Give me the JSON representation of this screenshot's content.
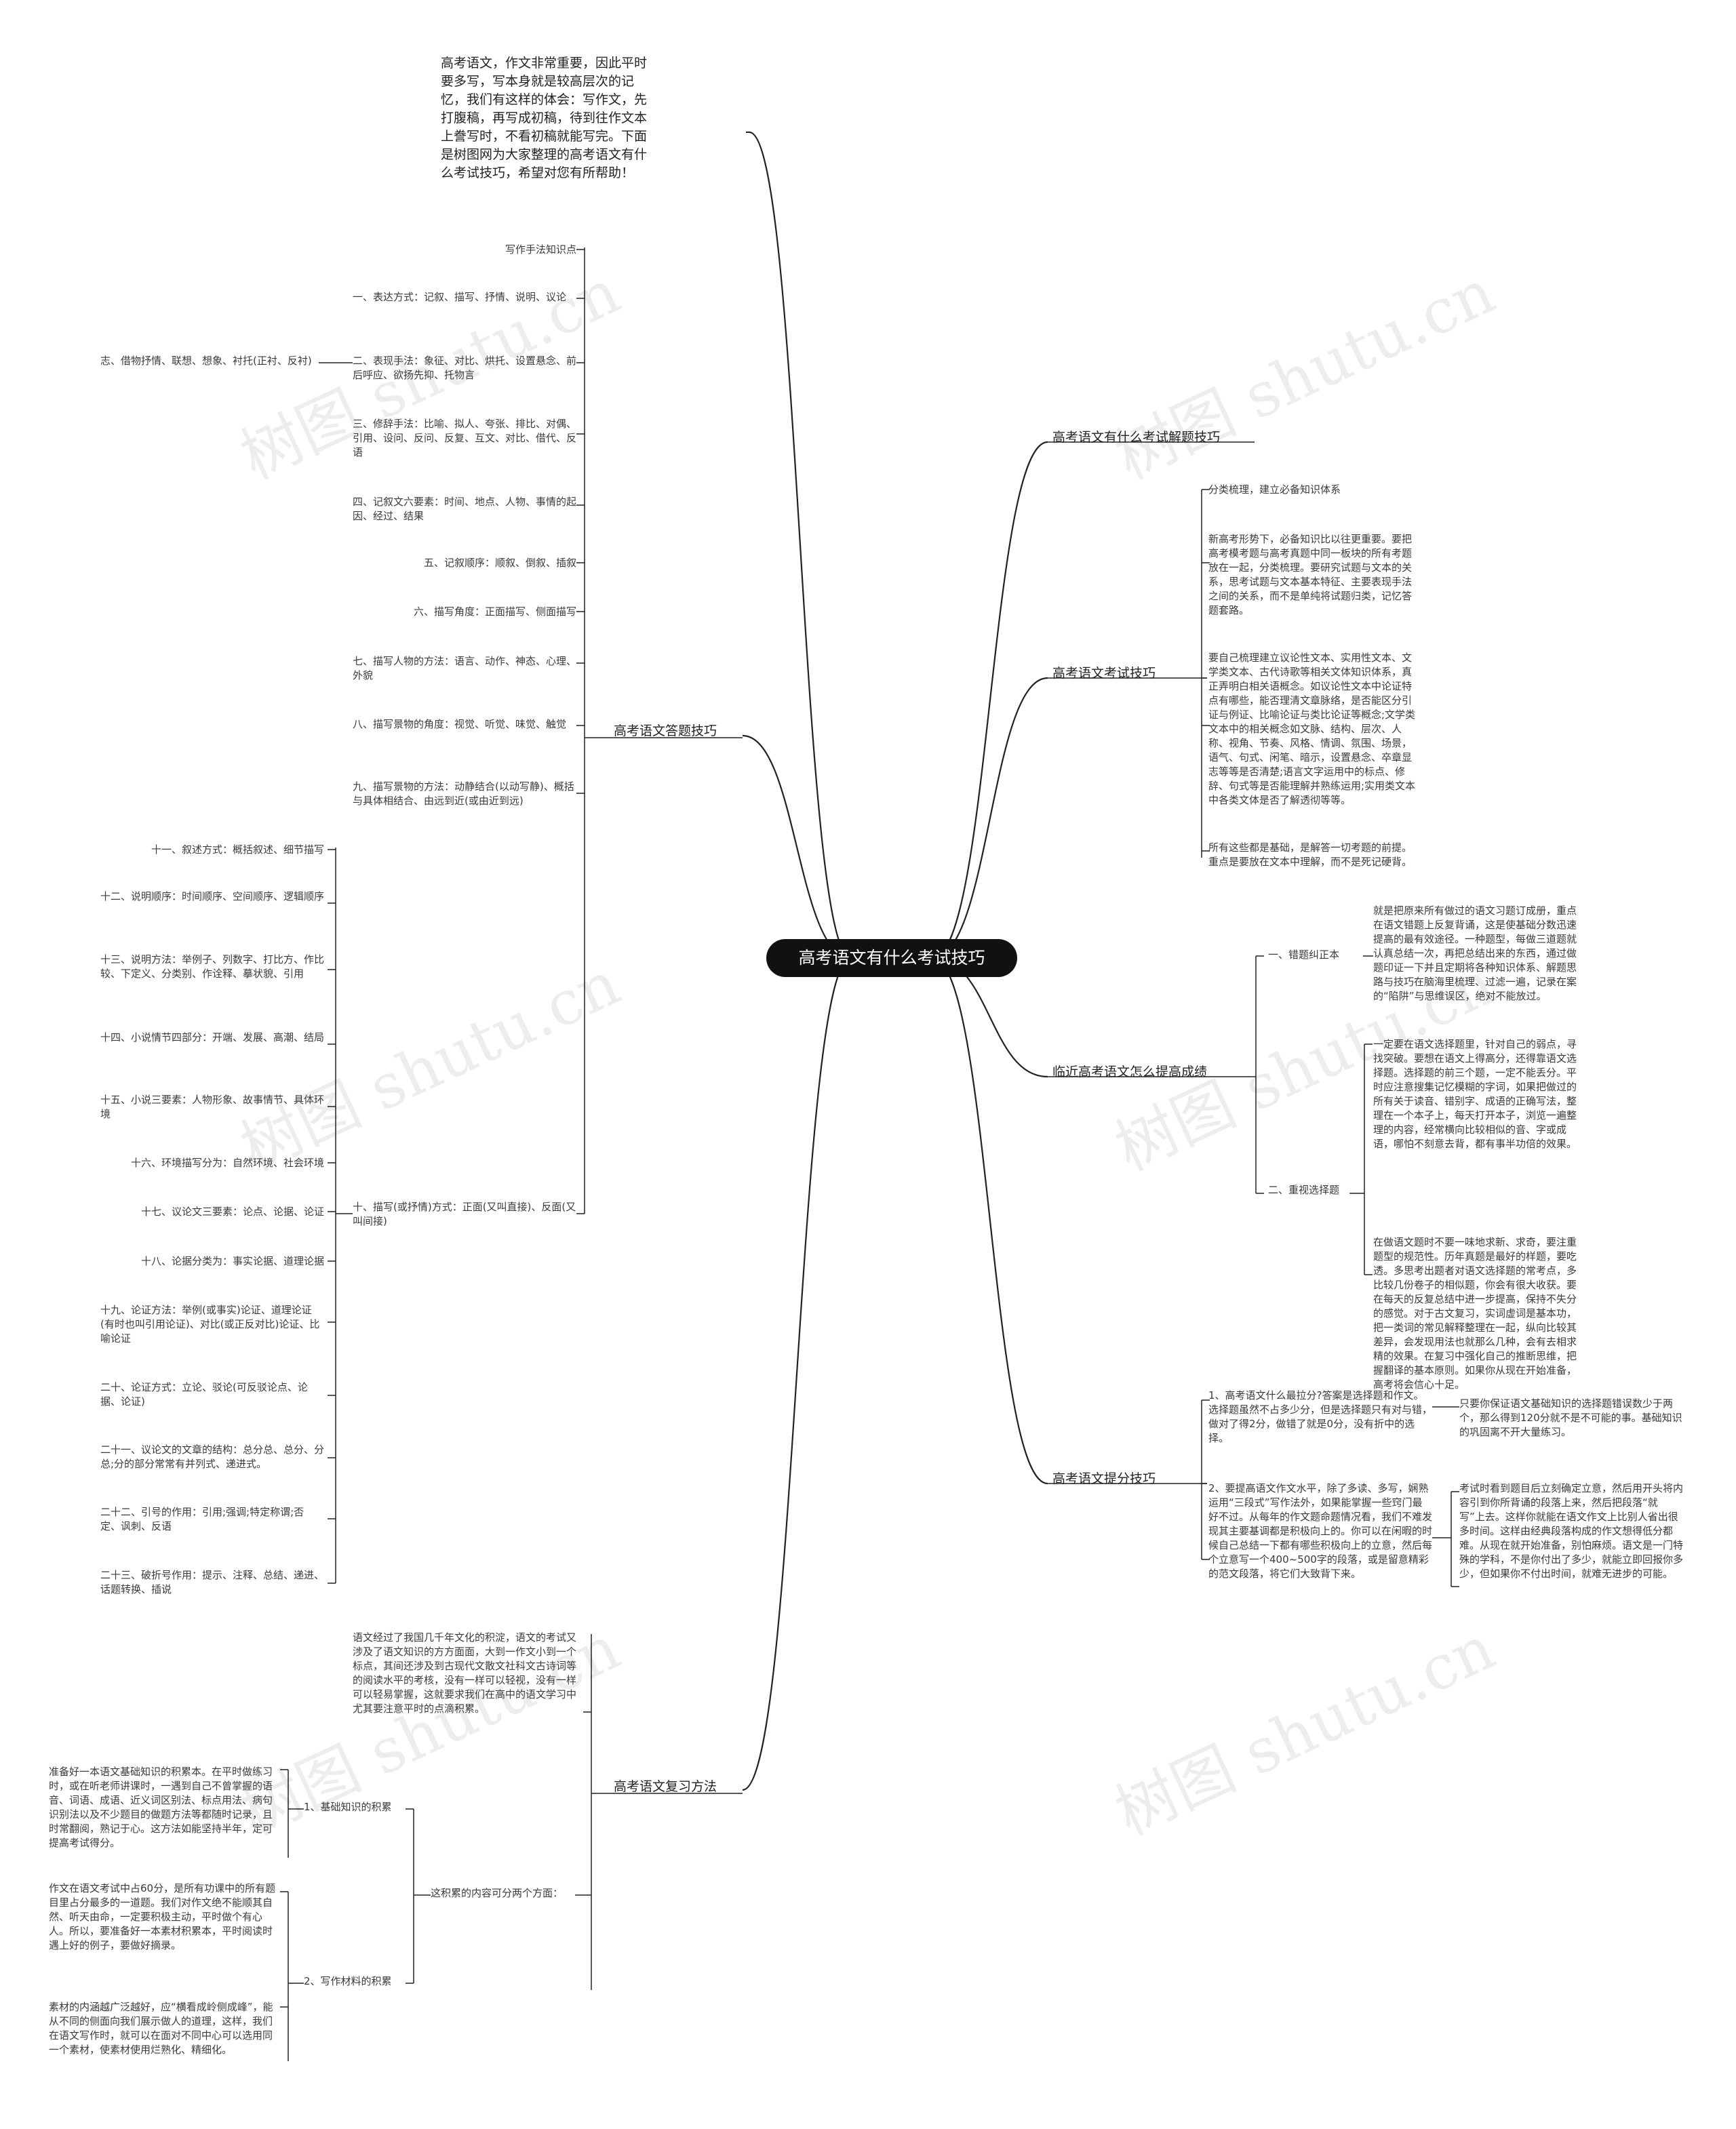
{
  "root": "高考语文有什么考试技巧",
  "watermark": "树图 shutu.cn",
  "intro": "高考语文，作文非常重要，因此平时要多写，写本身就是较高层次的记忆，我们有这样的体会：写作文，先打腹稿，再写成初稿，待到往作文本上誊写时，不看初稿就能写完。下面是树图网为大家整理的高考语文有什么考试技巧，希望对您有所帮助！",
  "left_branches": {
    "answer": {
      "label": "高考语文答题技巧",
      "items": [
        "写作手法知识点",
        "一、表达方式：记叙、描写、抒情、说明、议论",
        "二、表现手法：象征、对比、烘托、设置悬念、前后呼应、欲扬先抑、托物言",
        "三、修辞手法：比喻、拟人、夸张、排比、对偶、引用、设问、反问、反复、互文、对比、借代、反语",
        "四、记叙文六要素：时间、地点、人物、事情的起因、经过、结果",
        "五、记叙顺序：顺叙、倒叙、插叙",
        "六、描写角度：正面描写、侧面描写",
        "七、描写人物的方法：语言、动作、神态、心理、外貌",
        "八、描写景物的角度：视觉、听觉、味觉、触觉",
        "九、描写景物的方法：动静结合(以动写静)、概括与具体相结合、由远到近(或由近到远)",
        "十、描写(或抒情)方式：正面(又叫直接)、反面(又叫间接)"
      ],
      "far_left": "志、借物抒情、联想、想象、衬托(正衬、反衬)",
      "sub_items": [
        "十一、叙述方式：概括叙述、细节描写",
        "十二、说明顺序：时间顺序、空间顺序、逻辑顺序",
        "十三、说明方法：举例子、列数字、打比方、作比较、下定义、分类别、作诠释、摹状貌、引用",
        "十四、小说情节四部分：开端、发展、高潮、结局",
        "十五、小说三要素：人物形象、故事情节、具体环境",
        "十六、环境描写分为：自然环境、社会环境",
        "十七、议论文三要素：论点、论据、论证",
        "十八、论据分类为：事实论据、道理论据",
        "十九、论证方法：举例(或事实)论证、道理论证(有时也叫引用论证)、对比(或正反对比)论证、比喻论证",
        "二十、论证方式：立论、驳论(可反驳论点、论据、论证)",
        "二十一、议论文的文章的结构：总分总、总分、分总;分的部分常常有并列式、递进式。",
        "二十二、引号的作用：引用;强调;特定称谓;否定、讽刺、反语",
        "二十三、破折号作用：提示、注释、总结、递进、话题转换、插说"
      ]
    },
    "review": {
      "label": "高考语文复习方法",
      "text": "语文经过了我国几千年文化的积淀，语文的考试又涉及了语文知识的方方面面，大到一作文小到一个标点，其间还涉及到古现代文散文社科文古诗词等的阅读水平的考核，没有一样可以轻视，没有一样可以轻易掌握，这就要求我们在高中的语文学习中尤其要注意平时的点滴积累。",
      "sub_label": "这积累的内容可分两个方面：",
      "parts": [
        {
          "label": "1、基础知识的积累",
          "text": "准备好一本语文基础知识的积累本。在平时做练习时，或在听老师讲课时，一遇到自己不曾掌握的语音、词语、成语、近义词区别法、标点用法、病句识别法以及不少题目的做题方法等都随时记录，且时常翻阅，熟记于心。这方法如能坚持半年，定可提高考试得分。"
        },
        {
          "label": "2、写作材料的积累",
          "texts": [
            "作文在语文考试中占60分，是所有功课中的所有题目里占分最多的一道题。我们对作文绝不能顺其自然、听天由命，一定要积极主动，平时做个有心人。所以，要准备好一本素材积累本，平时阅读时遇上好的例子，要做好摘录。",
            "素材的内涵越广泛越好，应“横看成岭侧成峰”，能从不同的侧面向我们展示做人的道理，这样，我们在语文写作时，就可以在面对不同中心可以选用同一个素材，使素材使用烂熟化、精细化。"
          ]
        }
      ]
    }
  },
  "right_branches": {
    "solve": {
      "label": "高考语文有什么考试解题技巧"
    },
    "exam": {
      "label": "高考语文考试技巧",
      "items": [
        "分类梳理，建立必备知识体系",
        "新高考形势下，必备知识比以往更重要。要把高考模考题与高考真题中同一板块的所有考题放在一起，分类梳理。要研究试题与文本的关系，思考试题与文本基本特征、主要表现手法之间的关系，而不是单纯将试题归类，记忆答题套路。",
        "要自己梳理建立议论性文本、实用性文本、文学类文本、古代诗歌等相关文体知识体系，真正弄明白相关语概念。如议论性文本中论证特点有哪些，能否理清文章脉络，是否能区分引证与例证、比喻论证与类比论证等概念;文学类文本中的相关概念如文脉、结构、层次、人称、视角、节奏、风格、情调、氛围、场景，语气、句式、闲笔、暗示，设置悬念、卒章显志等等是否清楚;语言文字运用中的标点、修辞、句式等是否能理解并熟练运用;实用类文本中各类文体是否了解透彻等等。",
        "所有这些都是基础，是解答一切考题的前提。重点是要放在文本中理解，而不是死记硬背。"
      ]
    },
    "improve": {
      "label": "临近高考语文怎么提高成绩",
      "parts": [
        {
          "label": "一、错题纠正本",
          "text": "就是把原来所有做过的语文习题订成册，重点在语文错题上反复背诵，这是使基础分数迅速提高的最有效途径。一种题型，每做三道题就认真总结一次，再把总结出来的东西，通过做题印证一下并且定期将各种知识体系、解题思路与技巧在脑海里梳理、过滤一遍，记录在案的“陷阱”与思维误区，绝对不能放过。"
        },
        {
          "label": "二、重视选择题",
          "texts": [
            "一定要在语文选择题里，针对自己的弱点，寻找突破。要想在语文上得高分，还得靠语文选择题。选择题的前三个题，一定不能丢分。平时应注意搜集记忆模糊的字词，如果把做过的所有关于读音、错别字、成语的正确写法，整理在一个本子上，每天打开本子，浏览一遍整理的内容，经常横向比较相似的音、字或成语，哪怕不刻意去背，都有事半功倍的效果。",
            "在做语文题时不要一味地求新、求奇，要注重题型的规范性。历年真题是最好的样题，要吃透。多思考出题者对语文选择题的常考点，多比较几份卷子的相似题，你会有很大收获。要在每天的反复总结中进一步提高，保持不失分的感觉。对于古文复习，实词虚词是基本功，把一类词的常见解释整理在一起，纵向比较其差异，会发现用法也就那么几种，会有去相求精的效果。在复习中强化自己的推断思维，把握翻译的基本原则。如果你从现在开始准备，高考将会信心十足。"
          ]
        }
      ]
    },
    "score": {
      "label": "高考语文提分技巧",
      "parts": [
        {
          "text": "1、高考语文什么最拉分?答案是选择题和作文。选择题虽然不占多少分，但是选择题只有对与错，做对了得2分，做错了就是0分，没有折中的选择。",
          "detail": "只要你保证语文基础知识的选择题错误数少于两个，那么得到120分就不是不可能的事。基础知识的巩固离不开大量练习。"
        },
        {
          "text": "2、要提高语文作文水平，除了多读、多写，娴熟运用“三段式”写作法外，如果能掌握一些窍门最好不过。从每年的作文题命题情况看，我们不难发现其主要基调都是积极向上的。你可以在闲暇的时候自己总结一下都有哪些积极向上的立意，然后每个立意写一个400~500字的段落，或是留意精彩的范文段落，将它们大致背下来。",
          "detail": "考试时看到题目后立刻确定立意，然后用开头将内容引到你所背诵的段落上来，然后把段落“就写”上去。这样你就能在语文作文上比别人省出很多时间。这样由经典段落构成的作文想得低分都难。从现在就开始准备，别怕麻烦。语文是一门特殊的学科，不是你付出了多少，就能立即回报你多少，但如果你不付出时间，就难无进步的可能。"
        }
      ]
    }
  }
}
